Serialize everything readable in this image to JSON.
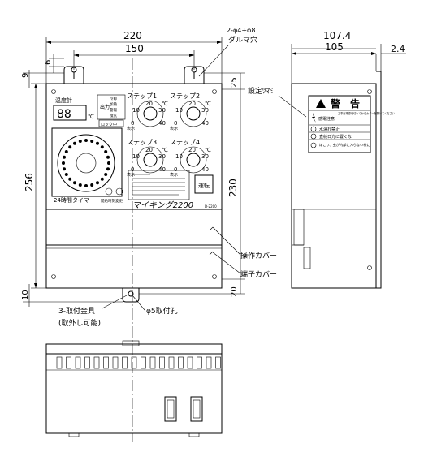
{
  "dimensions": {
    "width_total": "220",
    "width_inner": "150",
    "depth_total": "107.4",
    "depth_inner": "105",
    "depth_extra": "2.4",
    "height_total": "256",
    "height_panel": "230",
    "top_offset": "9",
    "top_6": "6",
    "top_25": "25",
    "bottom_10": "10",
    "bottom_20": "20"
  },
  "callouts": {
    "mounting_holes": "2-φ4+φ8",
    "mounting_holes_sub": "ダルマ穴",
    "setting_knob": "設定ﾂﾏﾐ",
    "operation_cover": "操作カバー",
    "terminal_cover": "端子カバー",
    "bracket": "3-取付金具",
    "bracket_sub": "(取外し可能)",
    "mount_hole": "φ5取付孔"
  },
  "panel": {
    "thermometer": "温度計",
    "output_label": "出力",
    "outputs": [
      "冷却",
      "加熱",
      "警報",
      "換気"
    ],
    "lock": "ロック中",
    "timer_24h": "24時間タイマ",
    "start_time_change": "開始時刻変更",
    "product_name": "マイキング2200",
    "model": "D-2200",
    "run_button": "運転",
    "unit": "℃",
    "display": "表示",
    "steps": [
      "ステップ1",
      "ステップ2",
      "ステップ3",
      "ステップ4"
    ],
    "scale": [
      "10",
      "20",
      "30",
      "40",
      "0"
    ]
  },
  "warning": {
    "title": "警　告",
    "row1a": "感電注意",
    "row1b": "工事は電源を切ってからカバーを開けてください",
    "row2": "水濡れ禁止",
    "row3": "直射日光に置くな",
    "row4": "ほこり、虫が内部に入らない様に"
  }
}
